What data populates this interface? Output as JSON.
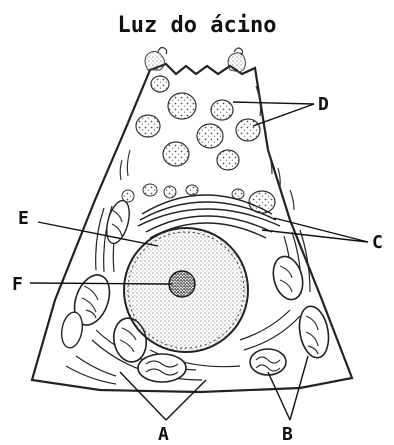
{
  "title": "Luz do ácino",
  "labels": {
    "a": "A",
    "b": "B",
    "c": "C",
    "d": "D",
    "e": "E",
    "f": "F"
  }
}
